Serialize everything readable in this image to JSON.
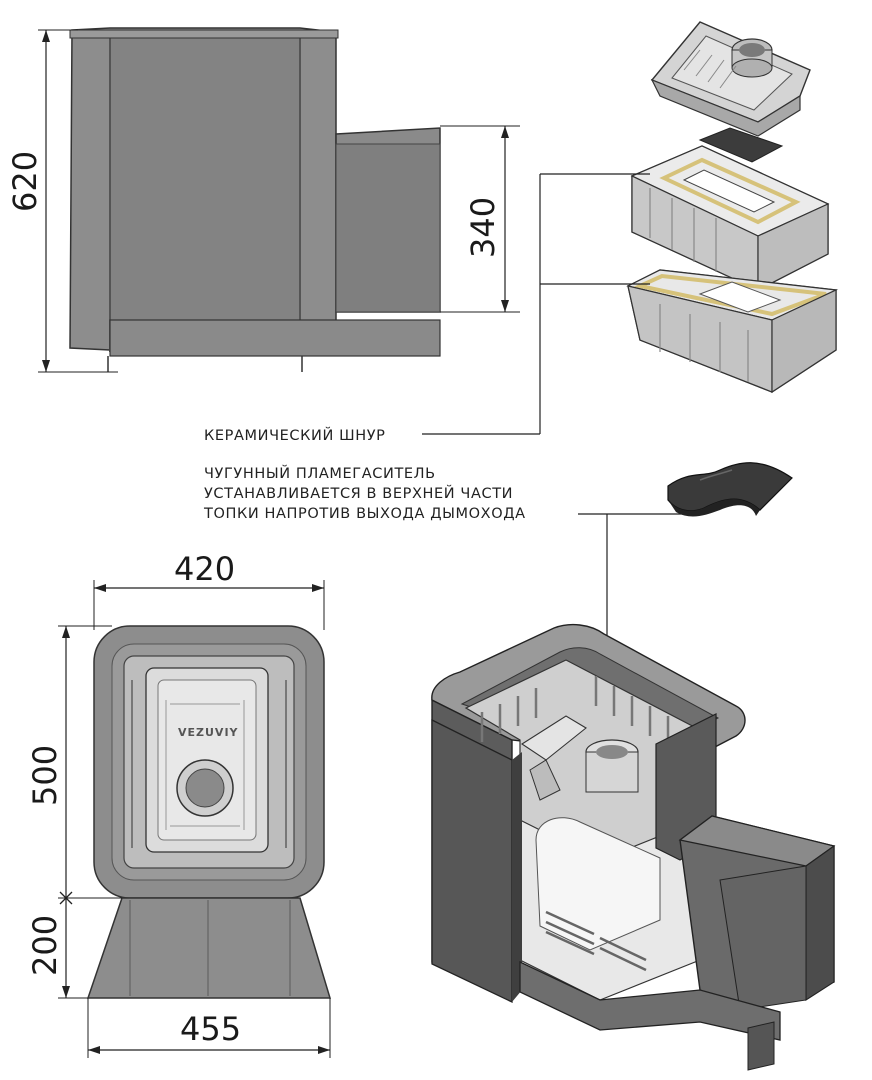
{
  "dimensions": {
    "height_total": "620",
    "height_chimney": "340",
    "width_top": "420",
    "depth_body": "500",
    "height_base": "200",
    "width_base": "455"
  },
  "labels": {
    "ceramic_cord": "КЕРАМИЧЕСКИЙ ШНУР",
    "flame_damper_line1": "ЧУГУННЫЙ ПЛАМЕГАСИТЕЛЬ",
    "flame_damper_line2": "УСТАНАВЛИВАЕТСЯ В ВЕРХНЕЙ ЧАСТИ",
    "flame_damper_line3": "ТОПКИ НАПРОТИВ ВЫХОДА ДЫМОХОДА"
  },
  "logo": {
    "text": "VEZUVIY"
  },
  "colors": {
    "body": "#8a8a8a",
    "body_dark": "#5e5e5e",
    "cast_iron": "#c9c9c9",
    "cast_iron_light": "#e6e6e6",
    "cord": "#d6c27a",
    "damper": "#3a3a3a",
    "line": "#2a2a2a"
  }
}
